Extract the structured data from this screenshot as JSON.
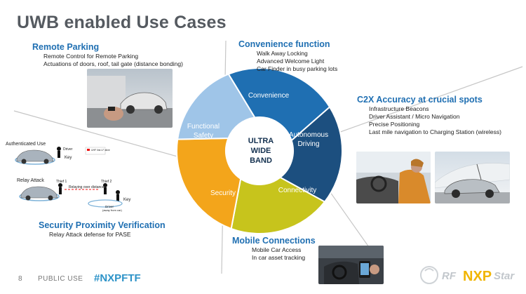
{
  "title": "UWB enabled Use Cases",
  "center": {
    "line1": "ULTRA",
    "line2": "WIDE",
    "line3": "BAND"
  },
  "segments": [
    {
      "label1": "Convenience",
      "label2": "",
      "color": "#1f6fb2"
    },
    {
      "label1": "Autonomous",
      "label2": "Driving",
      "color": "#1c4f7f"
    },
    {
      "label1": "Connectivity",
      "label2": "",
      "color": "#c7c41c"
    },
    {
      "label1": "Security",
      "label2": "",
      "color": "#f3a51b"
    },
    {
      "label1": "Functional",
      "label2": "Safety",
      "color": "#9fc5e8"
    }
  ],
  "remote_parking": {
    "heading": "Remote Parking",
    "items": [
      "Remote Control for Remote Parking",
      "Actuations of doors, roof, tail gate (distance bonding)"
    ]
  },
  "convenience": {
    "heading": "Convenience function",
    "items": [
      "Walk Away Locking",
      "Advanced Welcome Light",
      "Car Finder in busy parking lots"
    ]
  },
  "c2x": {
    "heading": "C2X Accuracy at crucial spots",
    "items": [
      "Infrastructure Beacons",
      "Driver Assistant / Micro Navigation",
      "Precise Positioning",
      "Last mile navigation to Charging Station (wireless)"
    ]
  },
  "security": {
    "heading": "Security Proximity Verification",
    "items": [
      "Relay Attack  defense for PASE"
    ]
  },
  "mobile": {
    "heading": "Mobile Connections",
    "items": [
      "Mobile Car Access",
      "In car asset tracking"
    ]
  },
  "relay_diagram": {
    "auth_label": "Authenticated Use",
    "relay_label": "Relay Attack",
    "driver1": "Driver",
    "key1": "Key",
    "thief1": "Thief 1",
    "thief2": "Thief 2",
    "driver2": "Driver",
    "key2": "Key",
    "distance": "Relaying over distance",
    "far_note": "(away from car)",
    "badge": "UHF link LF alive"
  },
  "footer": {
    "page": "8",
    "public": "PUBLIC USE",
    "hashtag": "#NXPFTF"
  },
  "brand": {
    "logo_left": "RF",
    "logo_right": "Star",
    "nxp": "NXP"
  }
}
